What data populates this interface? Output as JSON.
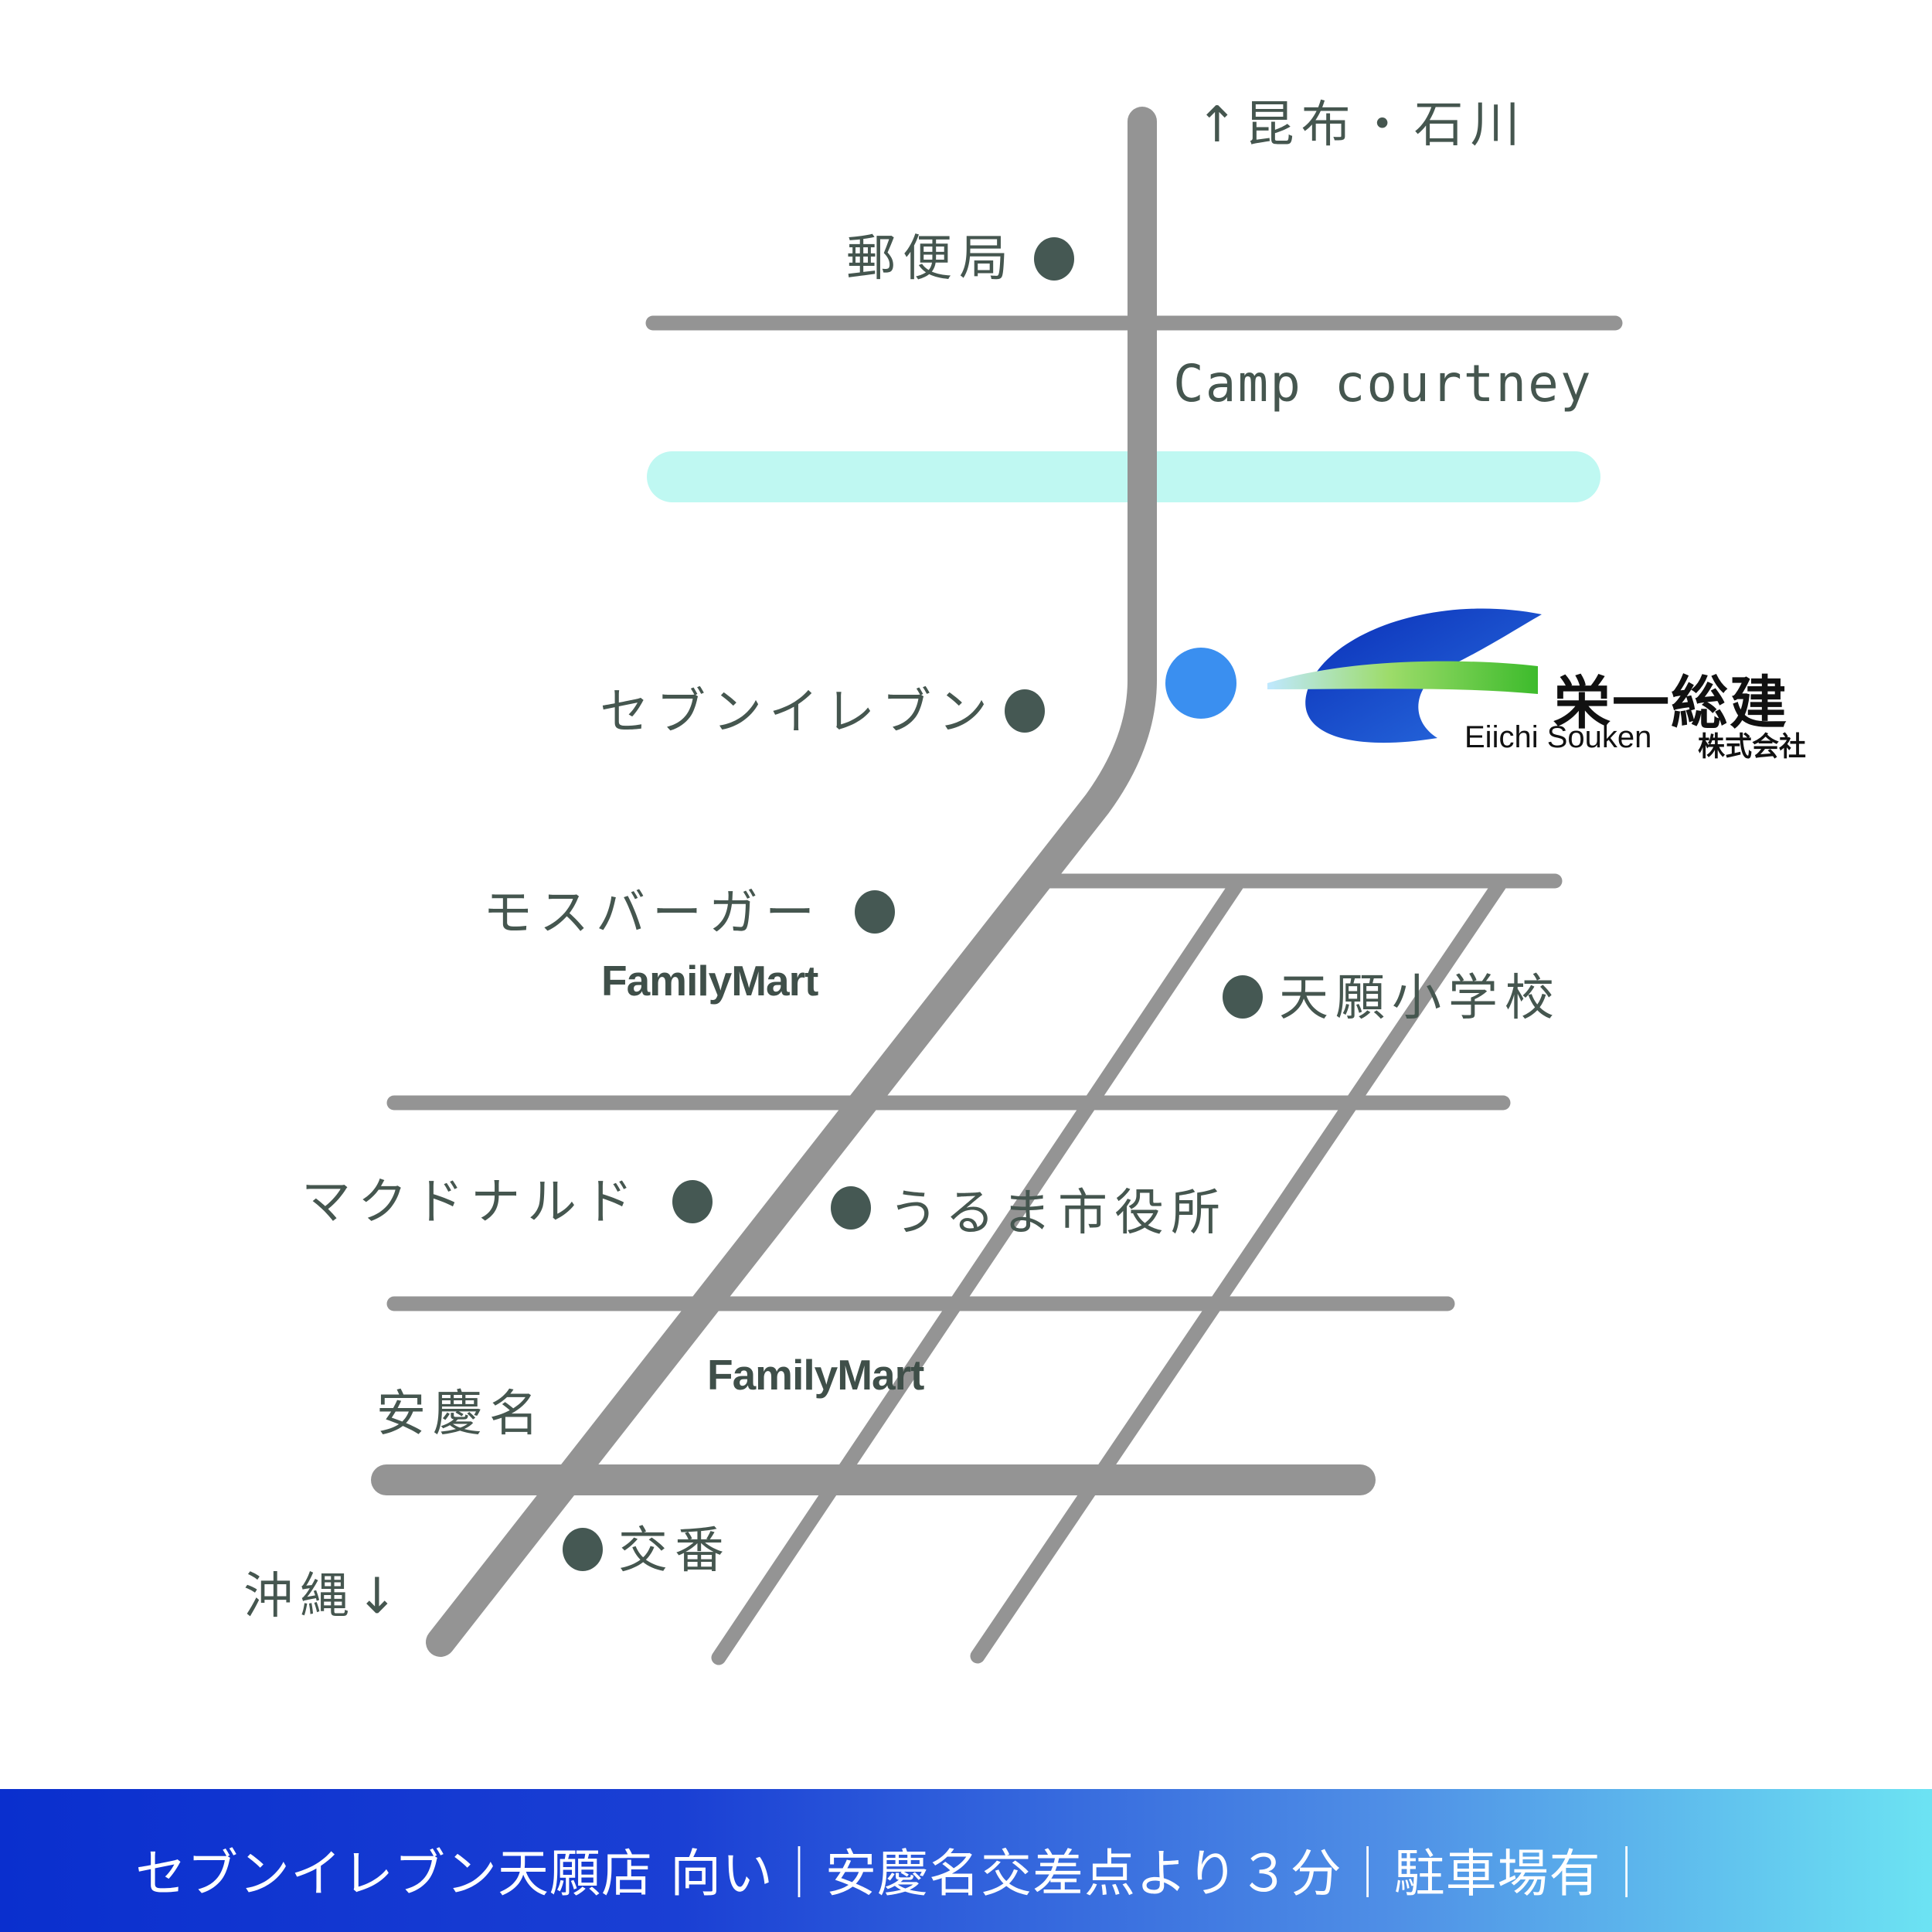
{
  "direction_north": "↑昆布・石川",
  "direction_south": "沖縄↓",
  "landmarks": {
    "post_office": "郵便局",
    "camp": "Camp courtney",
    "seven_eleven": "セブンイレブン",
    "mos_burger": "モスバーガー",
    "family_mart_1": "FamilyMart",
    "school": "天願小学校",
    "mcdonalds": "マクドナルド",
    "city_hall": "うるま市役所",
    "family_mart_2": "FamilyMart",
    "intersection": "安慶名",
    "police_box": "交番"
  },
  "company": {
    "name_jp": "栄一総建",
    "name_en": "Eiichi Souken",
    "suffix": "株式会社"
  },
  "footer": {
    "text": "セブンイレブン天願店 向い｜安慶名交差点より３分｜駐車場有｜"
  },
  "colors": {
    "road": "#949494",
    "river": "#bff8f2",
    "location_marker": "#3a8ff0",
    "landmark_dot": "#455853",
    "footer_start": "#0a2fce",
    "footer_end": "#6ce3f3"
  }
}
